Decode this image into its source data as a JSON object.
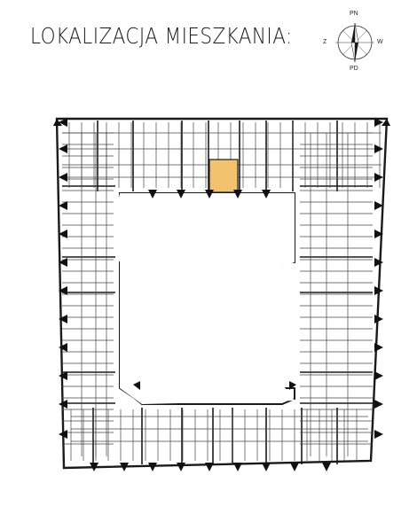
{
  "heading": "LOKALIZACJA MIESZKANIA:",
  "compass": {
    "north": "PN",
    "south": "PD",
    "west": "Z",
    "east": "W"
  },
  "plan": {
    "highlight_color": "#F2C26E",
    "wall_color": "#1a1a1a",
    "line_color": "#555555",
    "highlighted_unit": "selected-apartment"
  }
}
